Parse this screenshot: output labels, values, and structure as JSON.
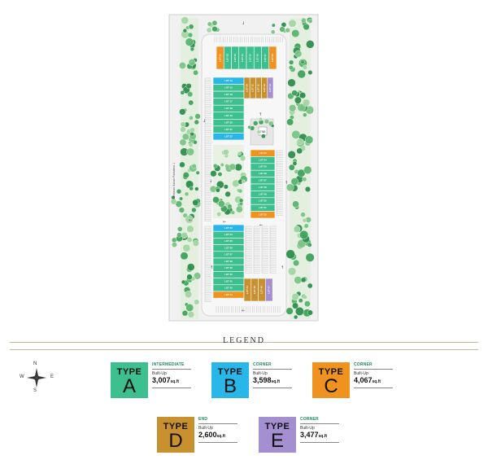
{
  "siteplan": {
    "road_label": "Persiaran Subah Parkatera 1",
    "top_row_lots": [
      "LOT 01",
      "LOT 02",
      "LOT 03",
      "LOT 04",
      "LOT 05",
      "LOT 06",
      "LOT 07",
      "LOT 08"
    ],
    "block2_left_lots": [
      "LOT 14",
      "LOT 15",
      "LOT 16",
      "LOT 17",
      "LOT 18",
      "LOT 19",
      "LOT 20",
      "LOT 21",
      "LOT 22"
    ],
    "block2_right_lots": [
      "LOT 09",
      "LOT 10",
      "LOT 11",
      "LOT 12",
      "LOT 13"
    ],
    "tnb_label": "TNB",
    "block3_lots": [
      "LOT 23",
      "LOT 24",
      "LOT 25",
      "LOT 26",
      "LOT 27",
      "LOT 28",
      "LOT 29",
      "LOT 30",
      "LOT 31",
      "LOT 32"
    ],
    "block4_lots": [
      "LOT 33",
      "LOT 34",
      "LOT 35",
      "LOT 36",
      "LOT 37",
      "LOT 38",
      "LOT 39",
      "LOT 40",
      "LOT 41",
      "LOT 42",
      "LOT 43"
    ],
    "block4_right_lots": [
      "LOT 44",
      "LOT 45",
      "LOT 46",
      "LOT 47"
    ]
  },
  "legend": {
    "title": "LEGEND",
    "compass": {
      "n": "N",
      "s": "S",
      "e": "E",
      "w": "W"
    },
    "types": [
      {
        "word": "TYPE",
        "letter": "A",
        "category": "INTERMEDIATE",
        "builtup_label": "Built-Up",
        "size": "3,007",
        "unit": "sq.ft",
        "color": "#3ebf8f",
        "label_color": "#1f8c5c"
      },
      {
        "word": "TYPE",
        "letter": "B",
        "category": "CORNER",
        "builtup_label": "Built-Up",
        "size": "3,598",
        "unit": "sq.ft",
        "color": "#29b6e8",
        "label_color": "#1f8c5c"
      },
      {
        "word": "TYPE",
        "letter": "C",
        "category": "CORNER",
        "builtup_label": "Built-Up",
        "size": "4,067",
        "unit": "sq.ft",
        "color": "#f0921f",
        "label_color": "#1f8c5c"
      },
      {
        "word": "TYPE",
        "letter": "D",
        "category": "END",
        "builtup_label": "Built-Up",
        "size": "2,600",
        "unit": "sq.ft",
        "color": "#c8902e",
        "label_color": "#1f8c5c"
      },
      {
        "word": "TYPE",
        "letter": "E",
        "category": "CORNER",
        "builtup_label": "Built-Up",
        "size": "3,477",
        "unit": "sq.ft",
        "color": "#a48fd0",
        "label_color": "#1f8c5c"
      }
    ]
  }
}
